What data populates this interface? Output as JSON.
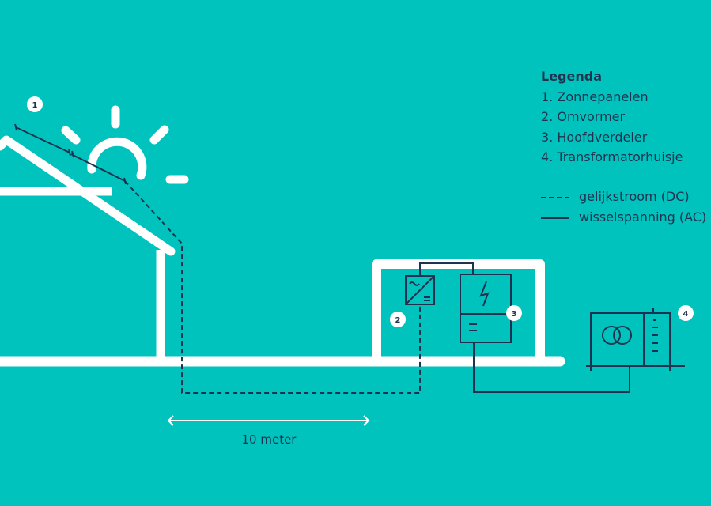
{
  "legend": {
    "title": "Legenda",
    "items": [
      "1. Zonnepanelen",
      "2. Omvormer",
      "3. Hoofdverdeler",
      "4. Transformatorhuisje"
    ],
    "line_types": [
      {
        "style": "dashed",
        "label": "gelijkstroom (DC)"
      },
      {
        "style": "solid",
        "label": "wisselspanning (AC)"
      }
    ]
  },
  "badges": [
    "1",
    "2",
    "3",
    "4"
  ],
  "distance_label": "10 meter",
  "colors": {
    "background": "#00C3BE",
    "foreground": "#FFFFFF",
    "wire": "#1F3350"
  },
  "icons": {
    "sun": "sun-icon",
    "inverter": "inverter-icon",
    "distribution_board": "lightning-icon",
    "transformer": "transformer-icon"
  }
}
